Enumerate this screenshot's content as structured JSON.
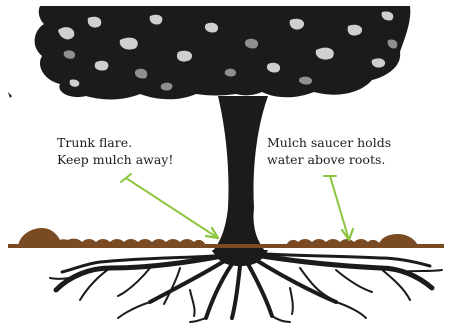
{
  "diagram": {
    "labels": {
      "trunk_flare": [
        "Trunk flare.",
        "Keep mulch away!"
      ],
      "mulch_saucer": [
        "Mulch saucer holds",
        "water above roots."
      ]
    },
    "colors": {
      "tree": "#1d1b1a",
      "mulch": "#7a4a22",
      "arrow": "#8cc63f",
      "canopy_light": "#d0d0d0",
      "canopy_mid": "#8f8f8f"
    }
  }
}
